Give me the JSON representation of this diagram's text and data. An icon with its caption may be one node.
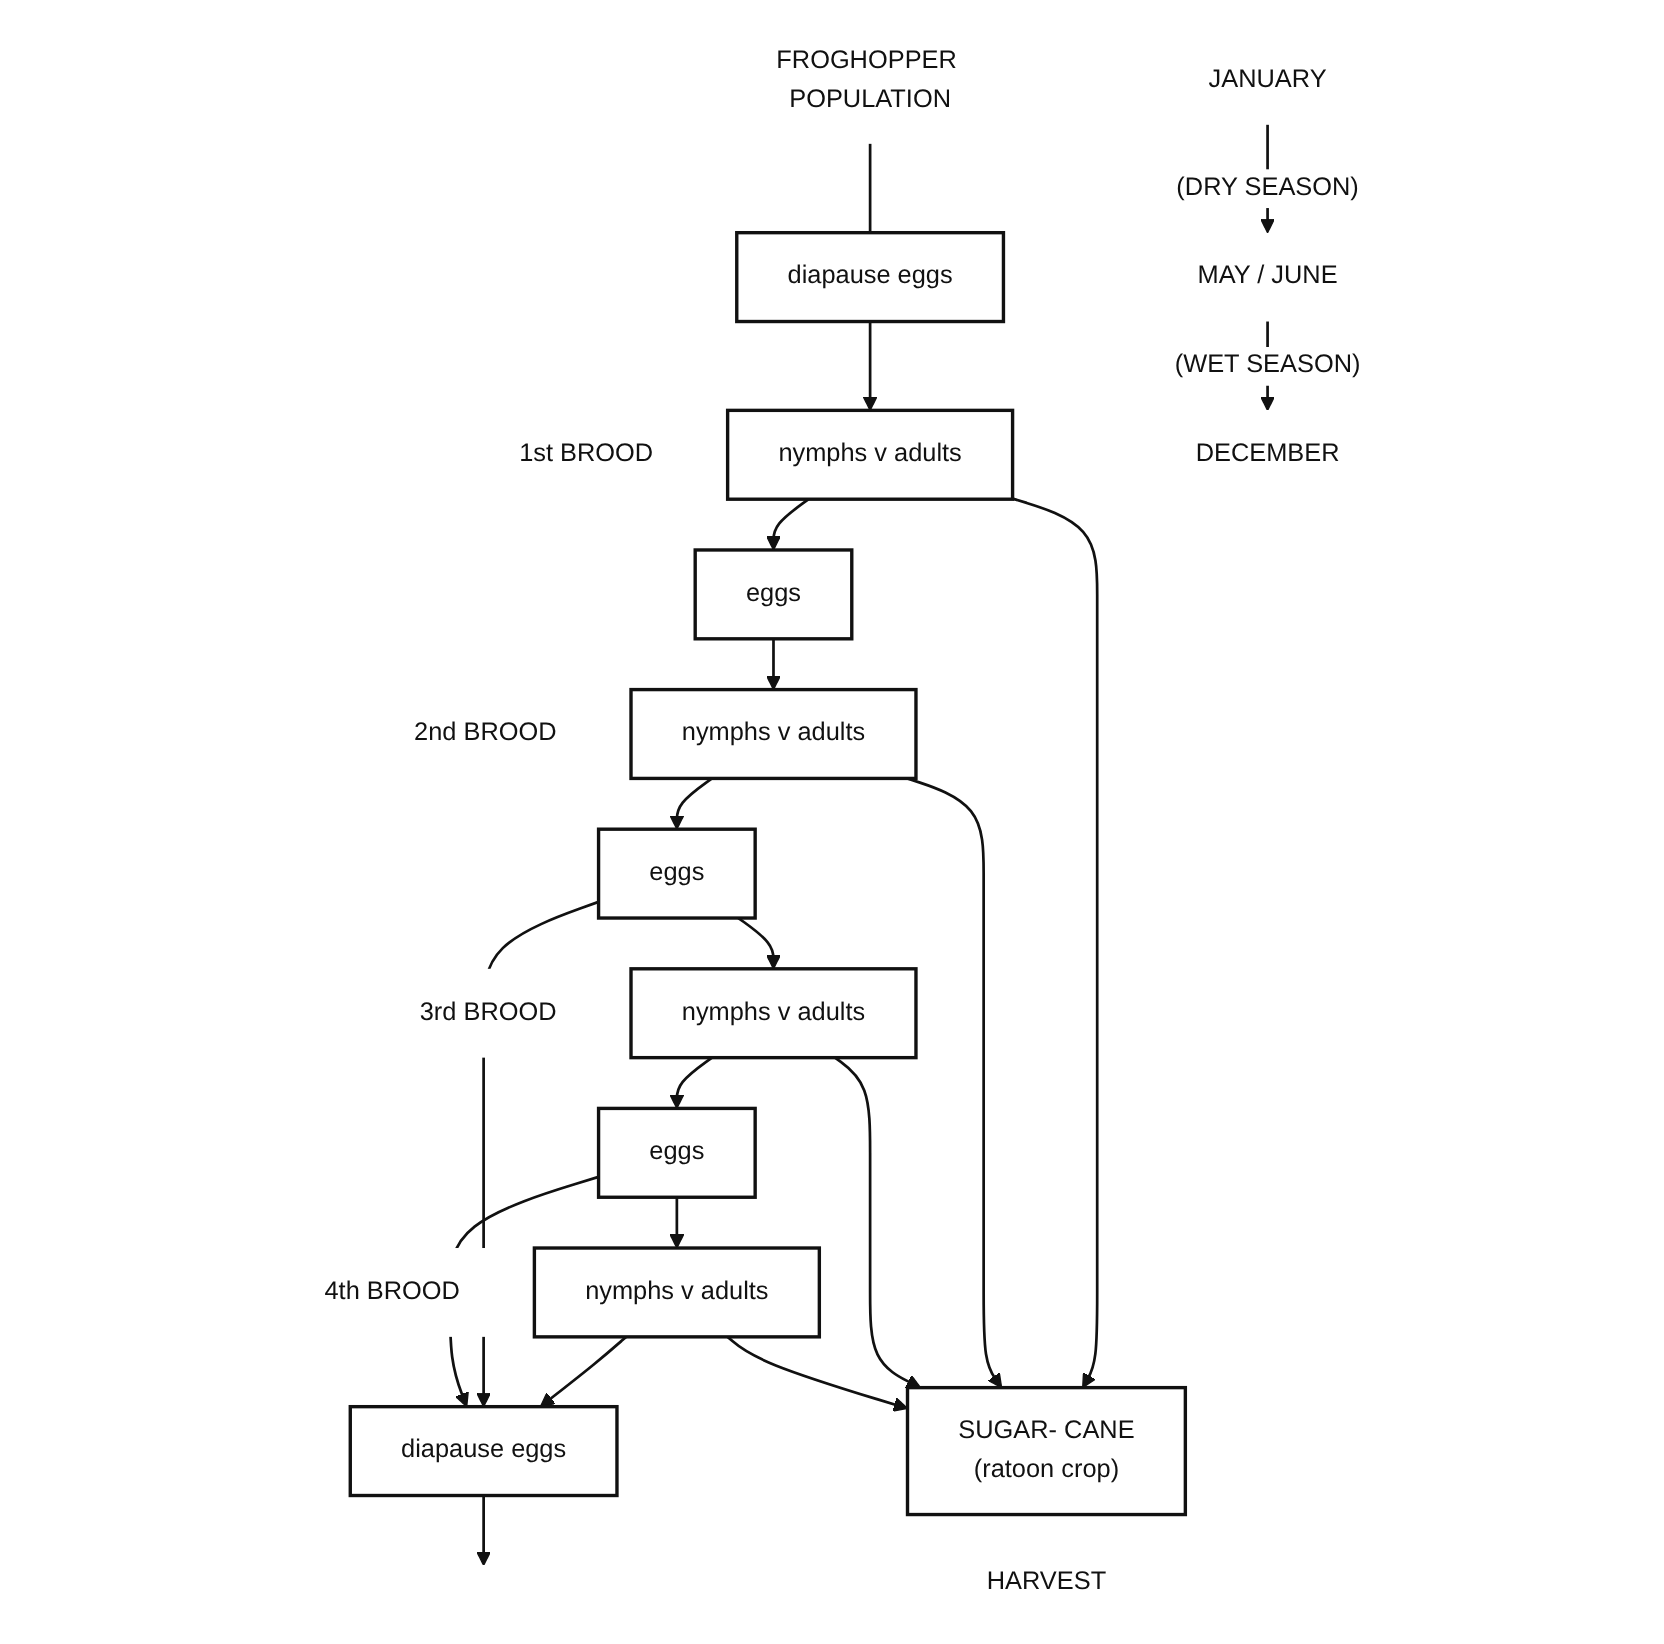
{
  "diagram": {
    "nodes": [
      {
        "text": [
          "FROGHOPPER POPULATION"
        ]
      },
      {
        "text": [
          "diapause eggs"
        ]
      },
      {
        "text": [
          "nymphs v adults"
        ],
        "beside": [
          "1st BROOD"
        ]
      },
      {
        "text": [
          "eggs"
        ]
      },
      {
        "text": [
          "nymphs v adults"
        ],
        "beside": [
          "2nd BROOD"
        ]
      },
      {
        "text": [
          "eggs"
        ]
      },
      {
        "text": [
          "nymphs v adults"
        ],
        "beside": [
          "3rd BROOD"
        ]
      },
      {
        "text": [
          "eggs"
        ]
      },
      {
        "text": [
          "nymphs v adults"
        ],
        "beside": [
          "4th BROOD"
        ]
      },
      {
        "text": [
          "diapause eggs"
        ]
      },
      {
        "text": [
          "SUGAR- CANE",
          "(ratoon crop)"
        ],
        "beside": [
          "HARVEST"
        ]
      },
      {
        "text": [
          "JANUARY"
        ]
      },
      {
        "text": [
          "MAY / JUNE"
        ]
      },
      {
        "text": [
          "DECEMBER"
        ]
      }
    ],
    "edges": [
      {
        "from": 0,
        "to": 1,
        "arrow": "none"
      },
      {
        "from": 1,
        "to": 2,
        "arrow": "to"
      },
      {
        "from": 2,
        "to": 3,
        "arrow": "to"
      },
      {
        "from": 3,
        "to": 4,
        "arrow": "to"
      },
      {
        "from": 4,
        "to": 5,
        "arrow": "to"
      },
      {
        "from": 5,
        "to": 6,
        "arrow": "to"
      },
      {
        "from": 6,
        "to": 7,
        "arrow": "to"
      },
      {
        "from": 7,
        "to": 8,
        "arrow": "to"
      },
      {
        "from": 8,
        "to": 9,
        "arrow": "to"
      },
      {
        "from": 5,
        "to": 9,
        "arrow": "to"
      },
      {
        "from": 7,
        "to": 9,
        "arrow": "to"
      },
      {
        "from": 9,
        "to": null,
        "arrow": "to"
      },
      {
        "from": 2,
        "to": 10,
        "arrow": "to"
      },
      {
        "from": 4,
        "to": 10,
        "arrow": "to"
      },
      {
        "from": 6,
        "to": 10,
        "arrow": "to"
      },
      {
        "from": 8,
        "to": 10,
        "arrow": "to"
      },
      {
        "from": 11,
        "to": 12,
        "arrow": "to",
        "label": "(DRY SEASON)"
      },
      {
        "from": 12,
        "to": 13,
        "arrow": "to",
        "label": "(WET SEASON)"
      }
    ]
  }
}
